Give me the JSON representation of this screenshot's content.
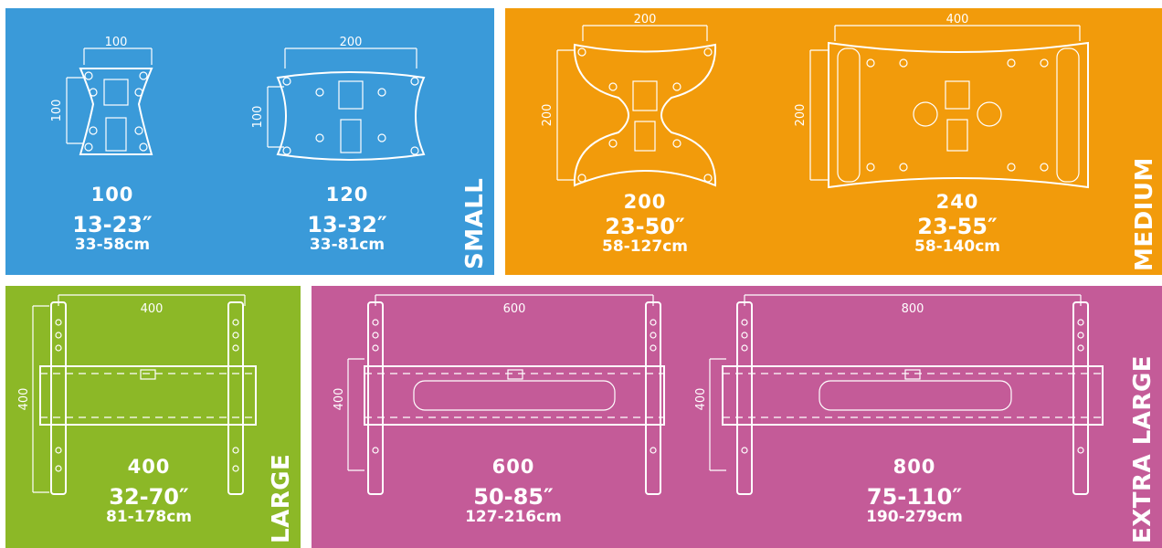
{
  "colors": {
    "small": "#3a9ad9",
    "medium": "#f29b0b",
    "large": "#8cb827",
    "extra_large": "#c45b98",
    "text": "#ffffff"
  },
  "categories": {
    "small": "SMALL",
    "medium": "MEDIUM",
    "large": "LARGE",
    "extra_large": "EXTRA LARGE"
  },
  "mounts": [
    {
      "id": "m100",
      "vesa": "100",
      "inches": "13-23″",
      "cm": "33-58cm",
      "width_dim": "100",
      "height_dim": "100"
    },
    {
      "id": "m120",
      "vesa": "120",
      "inches": "13-32″",
      "cm": "33-81cm",
      "width_dim": "200",
      "height_dim": "100"
    },
    {
      "id": "m200",
      "vesa": "200",
      "inches": "23-50″",
      "cm": "58-127cm",
      "width_dim": "200",
      "height_dim": "200"
    },
    {
      "id": "m240",
      "vesa": "240",
      "inches": "23-55″",
      "cm": "58-140cm",
      "width_dim": "400",
      "height_dim": "200"
    },
    {
      "id": "m400",
      "vesa": "400",
      "inches": "32-70″",
      "cm": "81-178cm",
      "width_dim": "400",
      "height_dim": "400"
    },
    {
      "id": "m600",
      "vesa": "600",
      "inches": "50-85″",
      "cm": "127-216cm",
      "width_dim": "600",
      "height_dim": "400"
    },
    {
      "id": "m800",
      "vesa": "800",
      "inches": "75-110″",
      "cm": "190-279cm",
      "width_dim": "800",
      "height_dim": "400"
    }
  ]
}
